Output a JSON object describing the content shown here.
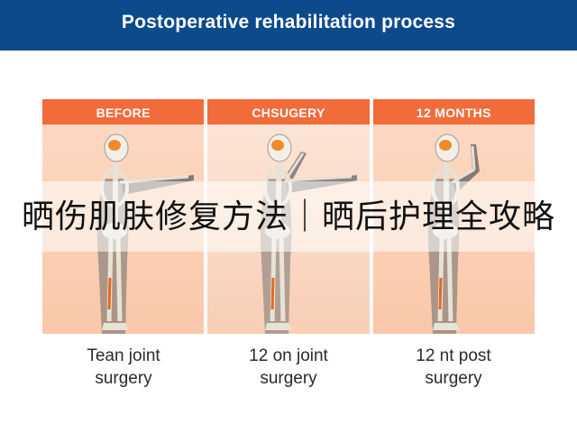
{
  "header": {
    "title": "Postoperative rehabilitation process"
  },
  "panels": [
    {
      "label": "BEFORE",
      "caption_line1": "Tean joint",
      "caption_line2": "surgery"
    },
    {
      "label": "CHSUGERY",
      "caption_line1": "12 on joint",
      "caption_line2": "surgery"
    },
    {
      "label": "12 MONTHS",
      "caption_line1": "12 nt post",
      "caption_line2": "surgery"
    }
  ],
  "overlay": {
    "text": "晒伤肌肤修复方法｜晒后护理全攻略"
  },
  "colors": {
    "header_bg": "#0d4a8c",
    "panel_head": "#f26b3a",
    "bone": "#f3efe6",
    "body_grey": "#5b5b5b",
    "brain": "#f08a2b",
    "joint_highlight": "#e8661f"
  },
  "icons": [
    "skeleton-figure-icon"
  ]
}
